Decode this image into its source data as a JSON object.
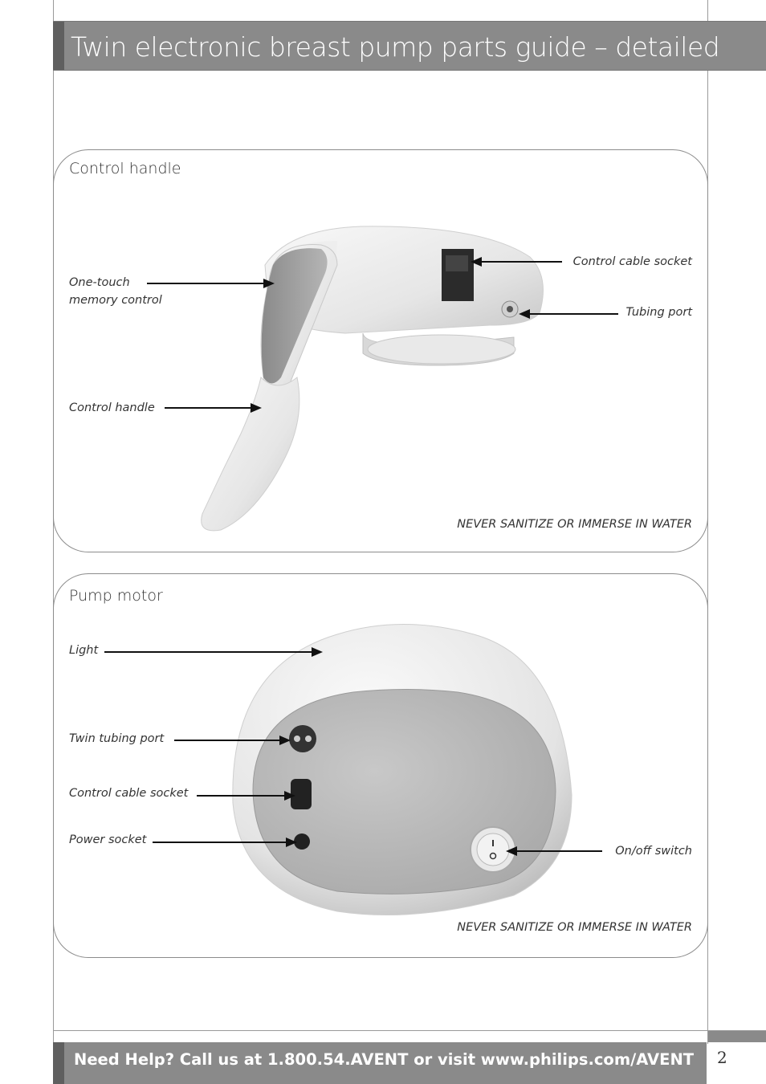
{
  "page": {
    "title": "Twin electronic breast pump parts guide – detailed",
    "page_number": "2"
  },
  "control_handle": {
    "heading": "Control handle",
    "labels": {
      "one_touch_line1": "One-touch",
      "one_touch_line2": "memory control",
      "control_handle": "Control handle",
      "control_cable_socket": "Control cable socket",
      "tubing_port": "Tubing port"
    },
    "warning": "NEVER SANITIZE OR IMMERSE IN WATER"
  },
  "pump_motor": {
    "heading": "Pump motor",
    "labels": {
      "light": "Light",
      "twin_tubing_port": "Twin tubing port",
      "control_cable_socket": "Control cable socket",
      "power_socket": "Power socket",
      "on_off_switch": "On/off switch"
    },
    "warning": "NEVER SANITIZE OR IMMERSE IN WATER"
  },
  "footer": {
    "help_text": "Need Help? Call us at 1.800.54.AVENT or visit www.philips.com/AVENT"
  }
}
